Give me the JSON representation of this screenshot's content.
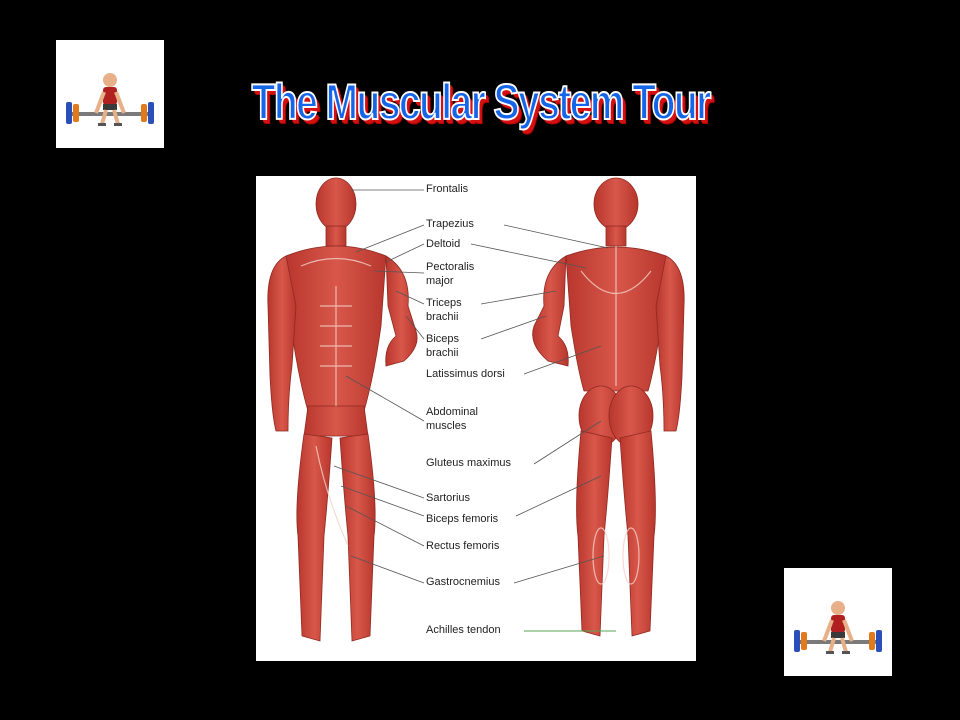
{
  "slide": {
    "title": "The Muscular System Tour",
    "colors": {
      "background": "#000000",
      "title_fill": "#1565e8",
      "title_shadow": "#d41010",
      "muscle": "#c7443a"
    },
    "logo_icon": "weightlifter-icon"
  },
  "diagram": {
    "labels": [
      {
        "id": "frontalis",
        "text": "Frontalis"
      },
      {
        "id": "trapezius",
        "text": "Trapezius"
      },
      {
        "id": "deltoid",
        "text": "Deltoid"
      },
      {
        "id": "pectoralis_1",
        "text": "Pectoralis"
      },
      {
        "id": "pectoralis_2",
        "text": "major"
      },
      {
        "id": "triceps_1",
        "text": "Triceps"
      },
      {
        "id": "triceps_2",
        "text": "brachii"
      },
      {
        "id": "biceps_1",
        "text": "Biceps"
      },
      {
        "id": "biceps_2",
        "text": "brachii"
      },
      {
        "id": "latissimus",
        "text": "Latissimus dorsi"
      },
      {
        "id": "abdominal_1",
        "text": "Abdominal"
      },
      {
        "id": "abdominal_2",
        "text": "muscles"
      },
      {
        "id": "gluteus",
        "text": "Gluteus maximus"
      },
      {
        "id": "sartorius",
        "text": "Sartorius"
      },
      {
        "id": "biceps_femoris",
        "text": "Biceps femoris"
      },
      {
        "id": "rectus_femoris",
        "text": "Rectus femoris"
      },
      {
        "id": "gastrocnemius",
        "text": "Gastrocnemius"
      },
      {
        "id": "achilles",
        "text": "Achilles tendon"
      }
    ]
  }
}
